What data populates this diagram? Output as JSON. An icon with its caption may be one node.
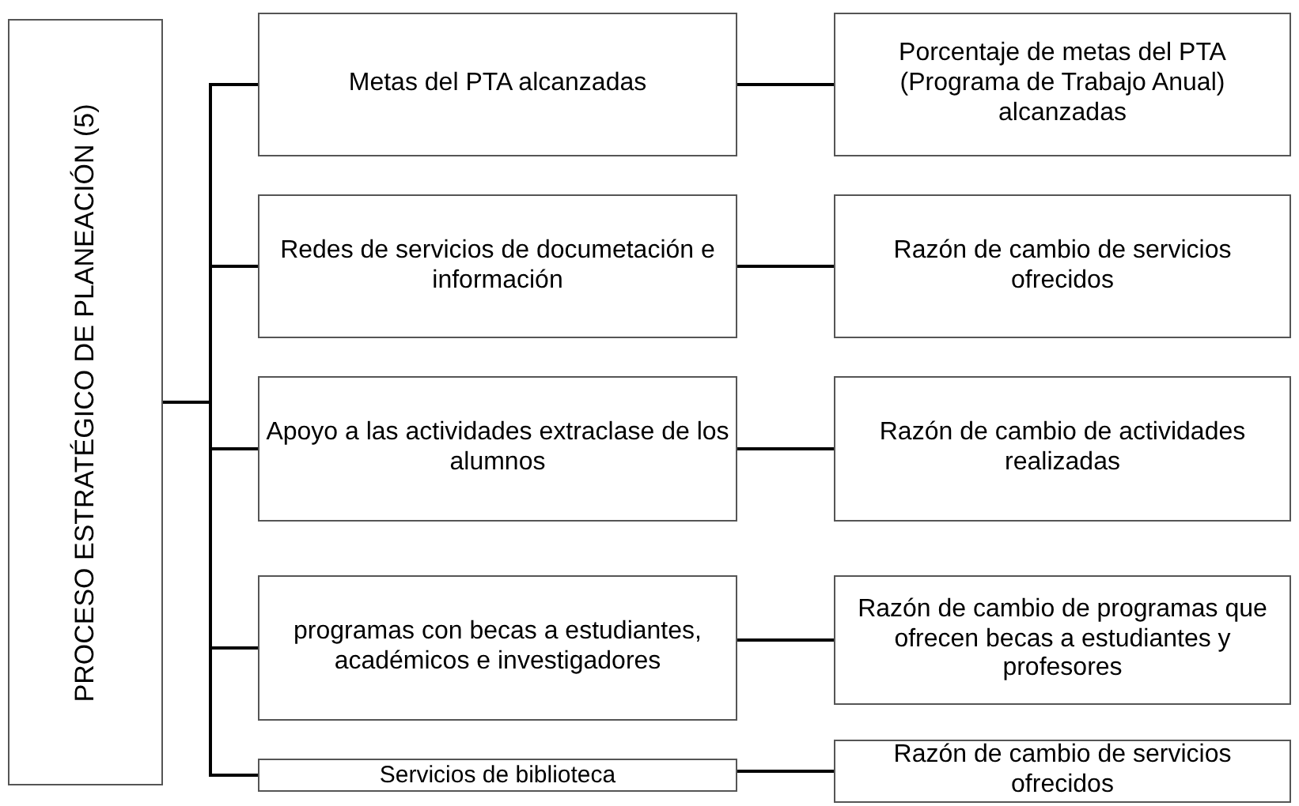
{
  "diagram": {
    "nodes": [
      {
        "text": [
          "PROCESO ESTRATÉGICO DE PLANEACIÓN (5)"
        ]
      },
      {
        "text": [
          "Metas del PTA alcanzadas"
        ]
      },
      {
        "text": [
          "Porcentaje de metas del PTA (Programa de Trabajo Anual) alcanzadas"
        ]
      },
      {
        "text": [
          "Redes de servicios de documetación e información"
        ]
      },
      {
        "text": [
          "Razón de cambio de servicios ofrecidos"
        ]
      },
      {
        "text": [
          "Apoyo a las actividades extraclase de los alumnos"
        ]
      },
      {
        "text": [
          "Razón de cambio de actividades realizadas"
        ]
      },
      {
        "text": [
          "programas con becas a estudiantes, académicos e investigadores"
        ]
      },
      {
        "text": [
          "Razón de cambio de programas que ofrecen becas a estudiantes y profesores"
        ]
      },
      {
        "text": [
          "Servicios de biblioteca"
        ]
      },
      {
        "text": [
          "Razón de cambio de servicios ofrecidos"
        ]
      }
    ],
    "edges": [
      {
        "from": 0,
        "to": 1,
        "arrow": "none"
      },
      {
        "from": 0,
        "to": 3,
        "arrow": "none"
      },
      {
        "from": 0,
        "to": 5,
        "arrow": "none"
      },
      {
        "from": 0,
        "to": 7,
        "arrow": "none"
      },
      {
        "from": 0,
        "to": 9,
        "arrow": "none"
      },
      {
        "from": 1,
        "to": 2,
        "arrow": "none"
      },
      {
        "from": 3,
        "to": 4,
        "arrow": "none"
      },
      {
        "from": 5,
        "to": 6,
        "arrow": "none"
      },
      {
        "from": 7,
        "to": 8,
        "arrow": "none"
      },
      {
        "from": 9,
        "to": 10,
        "arrow": "none"
      }
    ]
  }
}
